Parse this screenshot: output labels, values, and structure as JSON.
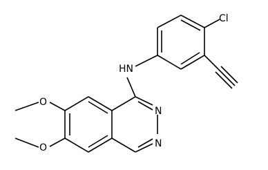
{
  "molecule": {
    "atoms": {
      "chlorine": "Cl",
      "amine": "HN",
      "ring_nitrogen_upper": "N",
      "ring_nitrogen_lower": "N",
      "methoxy_oxygen_upper": "O",
      "methoxy_oxygen_lower": "O"
    }
  },
  "colors": {
    "bond": "#000000",
    "background": "#ffffff"
  }
}
